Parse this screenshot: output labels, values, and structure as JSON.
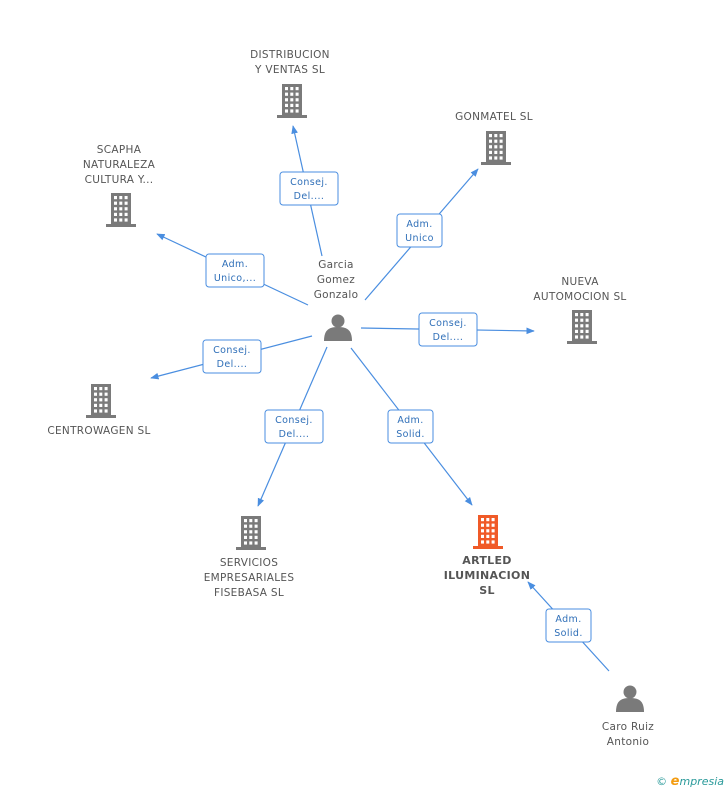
{
  "companies": [
    {
      "id": "distribucion",
      "lines": [
        "DISTRIBUCION",
        "Y VENTAS SL"
      ],
      "focus": false
    },
    {
      "id": "gonmatel",
      "lines": [
        "GONMATEL  SL"
      ],
      "focus": false
    },
    {
      "id": "scapha",
      "lines": [
        "SCAPHA",
        "NATURALEZA",
        "CULTURA Y..."
      ],
      "focus": false
    },
    {
      "id": "nueva",
      "lines": [
        "NUEVA",
        "AUTOMOCION SL"
      ],
      "focus": false
    },
    {
      "id": "centrowagen",
      "lines": [
        "CENTROWAGEN SL"
      ],
      "focus": false
    },
    {
      "id": "servicios",
      "lines": [
        "SERVICIOS",
        "EMPRESARIALES",
        "FISEBASA SL"
      ],
      "focus": false
    },
    {
      "id": "artled",
      "lines": [
        "ARTLED",
        "ILUMINACION",
        "SL"
      ],
      "focus": true
    }
  ],
  "people": [
    {
      "id": "garcia",
      "lines": [
        "Garcia",
        "Gomez",
        "Gonzalo"
      ]
    },
    {
      "id": "caro",
      "lines": [
        "Caro Ruiz",
        "Antonio"
      ]
    }
  ],
  "edges": [
    {
      "from": "garcia",
      "to": "distribucion",
      "lines": [
        "Consej.",
        "Del...."
      ]
    },
    {
      "from": "garcia",
      "to": "gonmatel",
      "lines": [
        "Adm.",
        "Unico"
      ]
    },
    {
      "from": "garcia",
      "to": "scapha",
      "lines": [
        "Adm.",
        "Unico,..."
      ]
    },
    {
      "from": "garcia",
      "to": "nueva",
      "lines": [
        "Consej.",
        "Del...."
      ]
    },
    {
      "from": "garcia",
      "to": "centrowagen",
      "lines": [
        "Consej.",
        "Del...."
      ]
    },
    {
      "from": "garcia",
      "to": "servicios",
      "lines": [
        "Consej.",
        "Del...."
      ]
    },
    {
      "from": "garcia",
      "to": "artled",
      "lines": [
        "Adm.",
        "Solid."
      ]
    },
    {
      "from": "caro",
      "to": "artled",
      "lines": [
        "Adm.",
        "Solid."
      ]
    }
  ],
  "footer": {
    "copyright": "©",
    "brand_initial": "e",
    "brand_rest": "mpresia"
  },
  "colors": {
    "edge": "#4a8ee0",
    "node": "#7a7a7a",
    "focus": "#f05a28"
  }
}
